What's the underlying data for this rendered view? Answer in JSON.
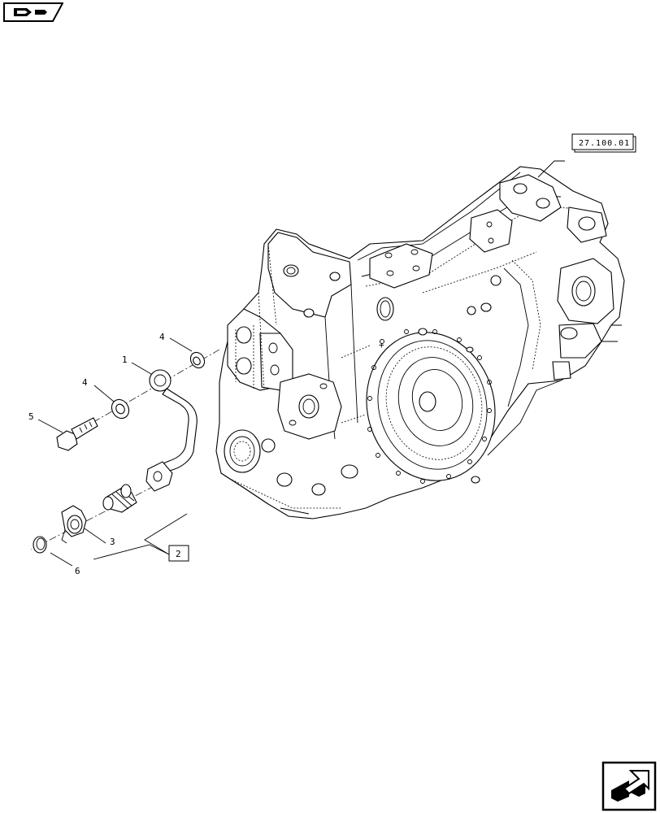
{
  "diagram": {
    "reference_box": "27.100.01",
    "callouts": {
      "c1": "1",
      "c2": "2",
      "c3": "3",
      "c4a": "4",
      "c4b": "4",
      "c5": "5",
      "c6": "6"
    }
  },
  "navigation": {
    "top_icon": "previous-page-icon",
    "bottom_icon": "next-page-icon"
  }
}
